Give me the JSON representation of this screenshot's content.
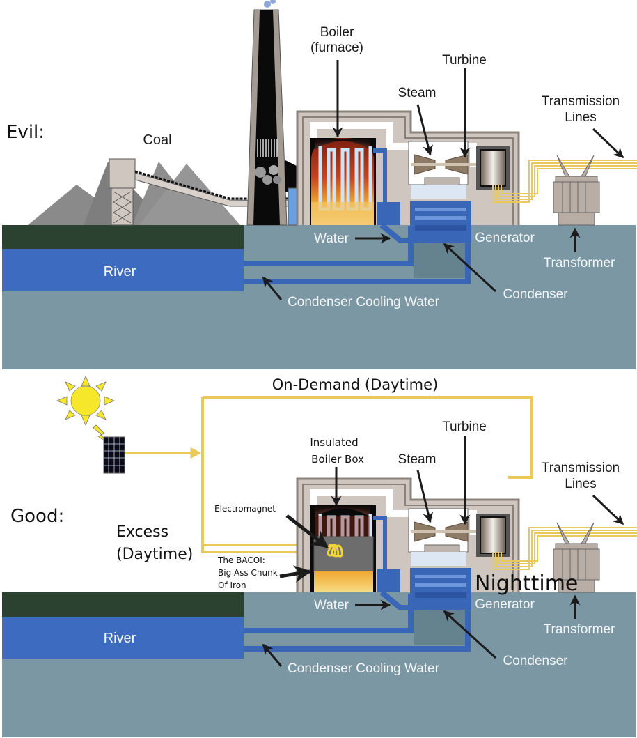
{
  "colors": {
    "ground": "#7b97a3",
    "ground_dark": "#6a8794",
    "grass": "#2c4230",
    "river": "#3d6bbf",
    "pipe_blue": "#3a66b8",
    "plant_gray": "#cfc6c0",
    "plant_frame": "#9e958d",
    "coal_pile": "#8a8a8a",
    "stack": "#0a0a0a",
    "wire_yellow": "#e8c95a",
    "sun": "#f7e72a",
    "arrow": "#1b1b1b"
  },
  "evil_panel": {
    "heading": "Evil:",
    "labels": {
      "coal": "Coal",
      "boiler_line1": "Boiler",
      "boiler_line2": "(furnace)",
      "turbine": "Turbine",
      "steam": "Steam",
      "transmission_line1": "Transmission",
      "transmission_line2": "Lines",
      "water": "Water",
      "generator": "Generator",
      "transformer": "Transformer",
      "river": "River",
      "condenser": "Condenser",
      "condenser_cooling_water": "Condenser Cooling Water"
    }
  },
  "good_panel": {
    "heading": "Good:",
    "annotations": {
      "on_demand": "On-Demand (Daytime)",
      "excess_line1": "Excess",
      "excess_line2": "(Daytime)",
      "insulated_line1": "Insulated",
      "insulated_line2": "Boiler Box",
      "electromagnet": "Electromagnet",
      "bacoi_line1": "The BACOI:",
      "bacoi_line2": "Big Ass Chunk",
      "bacoi_line3": "Of Iron",
      "nighttime": "Nighttime"
    },
    "labels": {
      "turbine": "Turbine",
      "steam": "Steam",
      "transmission_line1": "Transmission",
      "transmission_line2": "Lines",
      "water": "Water",
      "generator": "Generator",
      "transformer": "Transformer",
      "river": "River",
      "condenser": "Condenser",
      "condenser_cooling_water": "Condenser Cooling Water"
    },
    "icons": [
      "sun-icon",
      "lightning-icon",
      "solar-panel-icon"
    ]
  }
}
